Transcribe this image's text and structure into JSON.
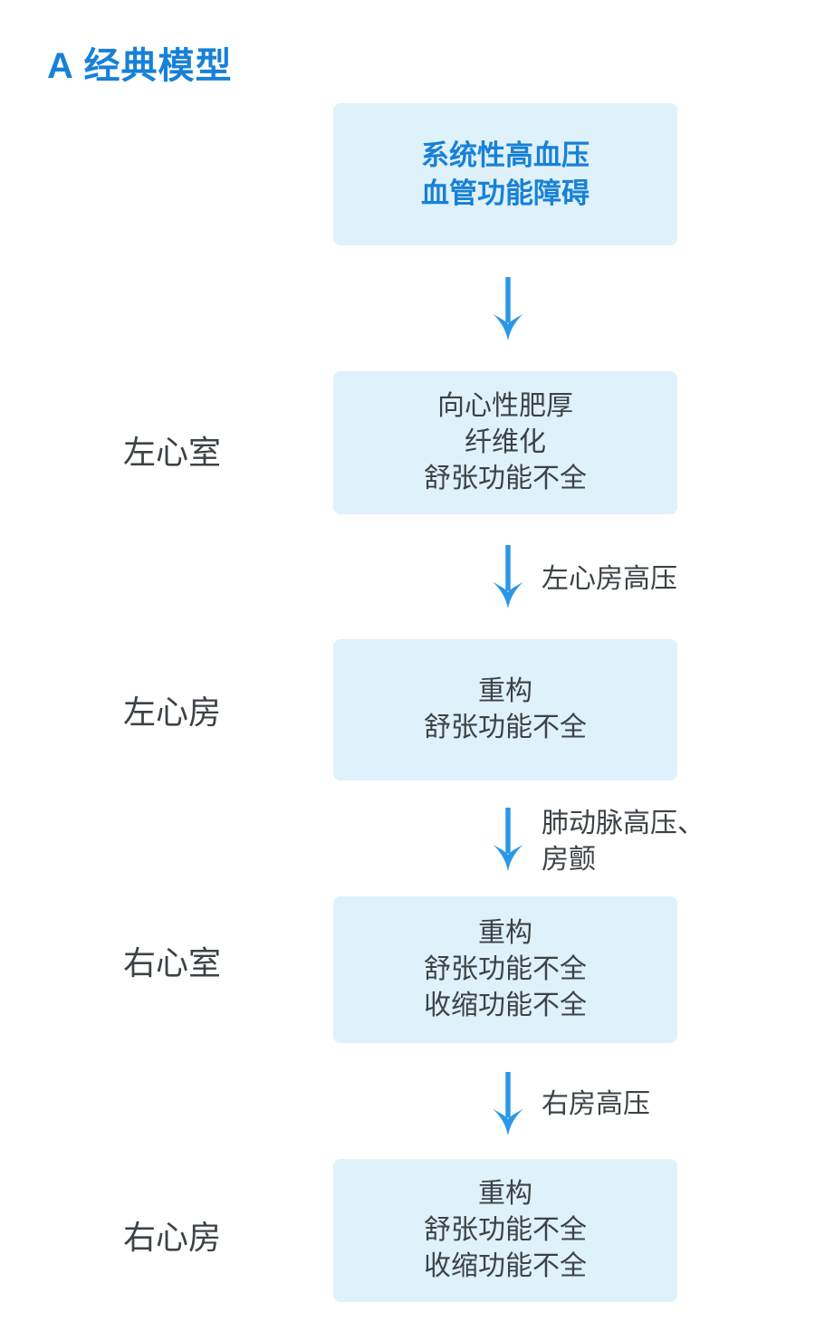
{
  "title": "A 经典模型",
  "colors": {
    "accent_blue": "#1781d6",
    "arrow_blue": "#2b97e6",
    "box_bg": "#dff1fa",
    "text_dark": "#3c4248"
  },
  "nodes": [
    {
      "name": "systemic-hypertension",
      "lines": [
        "系统性高血压",
        "血管功能障碍"
      ],
      "emphasis": true
    },
    {
      "name": "left-ventricle-changes",
      "lines": [
        "向心性肥厚",
        "纤维化",
        "舒张功能不全"
      ]
    },
    {
      "name": "left-atrium-changes",
      "lines": [
        "重构",
        "舒张功能不全"
      ]
    },
    {
      "name": "right-ventricle-changes",
      "lines": [
        "重构",
        "舒张功能不全",
        "收缩功能不全"
      ]
    },
    {
      "name": "right-atrium-changes",
      "lines": [
        "重构",
        "舒张功能不全",
        "收缩功能不全"
      ]
    }
  ],
  "row_labels": {
    "left_ventricle": "左心室",
    "left_atrium": "左心房",
    "right_ventricle": "右心室",
    "right_atrium": "右心房"
  },
  "arrow_labels": {
    "to_left_atrium": "左心房高压",
    "to_right_ventricle_line1": "肺动脉高压、",
    "to_right_ventricle_line2": "房颤",
    "to_right_atrium": "右房高压"
  }
}
